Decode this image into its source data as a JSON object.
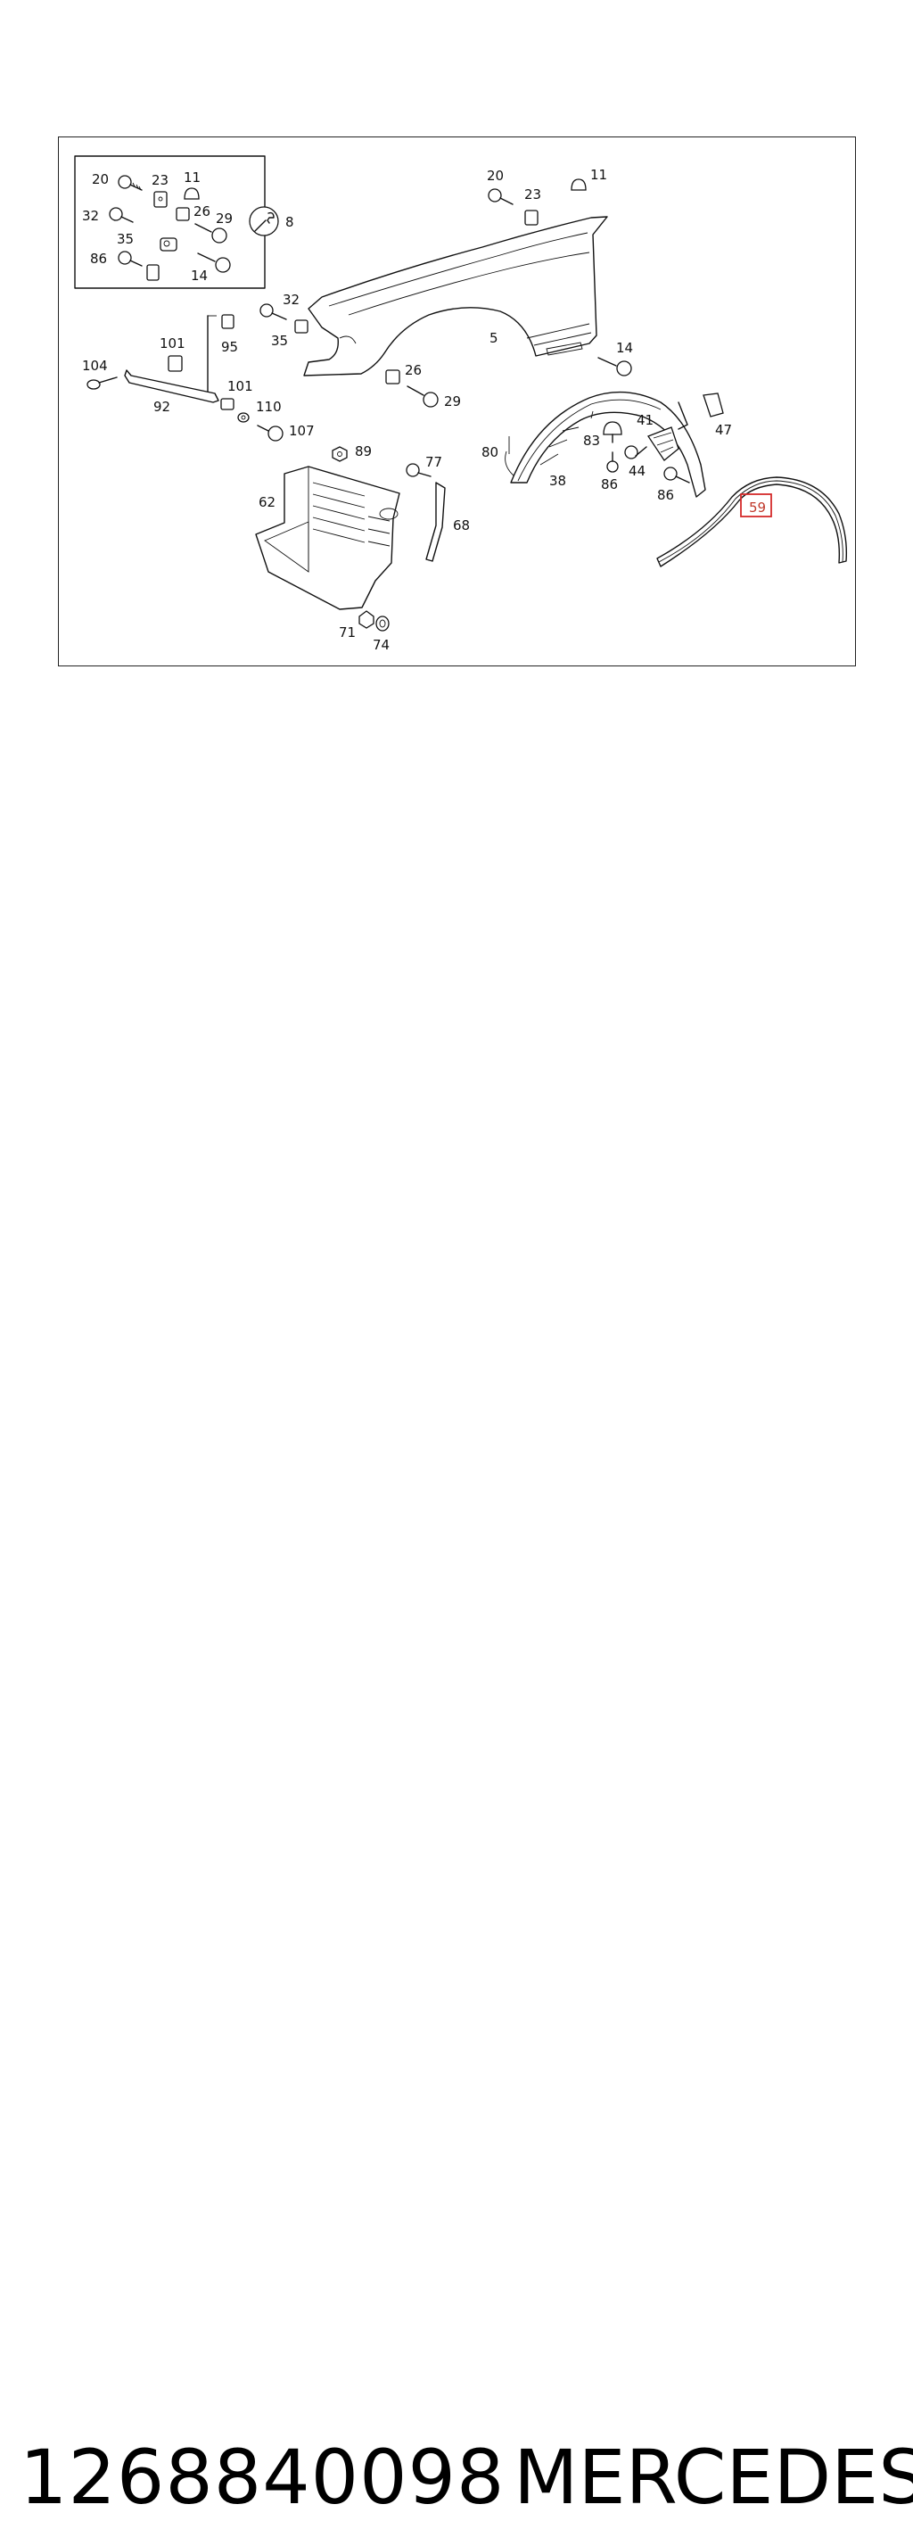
{
  "diagram": {
    "labels": {
      "l20a": "20",
      "l23a": "23",
      "l11a": "11",
      "l32a": "32",
      "l26a": "26",
      "l29a": "29",
      "l35a": "35",
      "l86a": "86",
      "l14a": "14",
      "l8": "8",
      "l20b": "20",
      "l23b": "23",
      "l11b": "11",
      "l32b": "32",
      "l35b": "35",
      "l5": "5",
      "l14b": "14",
      "l26b": "26",
      "l29b": "29",
      "l101a": "101",
      "l95": "95",
      "l104": "104",
      "l92": "92",
      "l101b": "101",
      "l110": "110",
      "l107": "107",
      "l89": "89",
      "l62": "62",
      "l77": "77",
      "l68": "68",
      "l71": "71",
      "l74": "74",
      "l80": "80",
      "l83": "83",
      "l41": "41",
      "l47": "47",
      "l38": "38",
      "l86b": "86",
      "l44": "44",
      "l86c": "86",
      "l59": "59"
    },
    "highlight_color": "#d42a2a"
  },
  "caption": {
    "part_number": "1268840098",
    "brand": "MERCEDES"
  }
}
